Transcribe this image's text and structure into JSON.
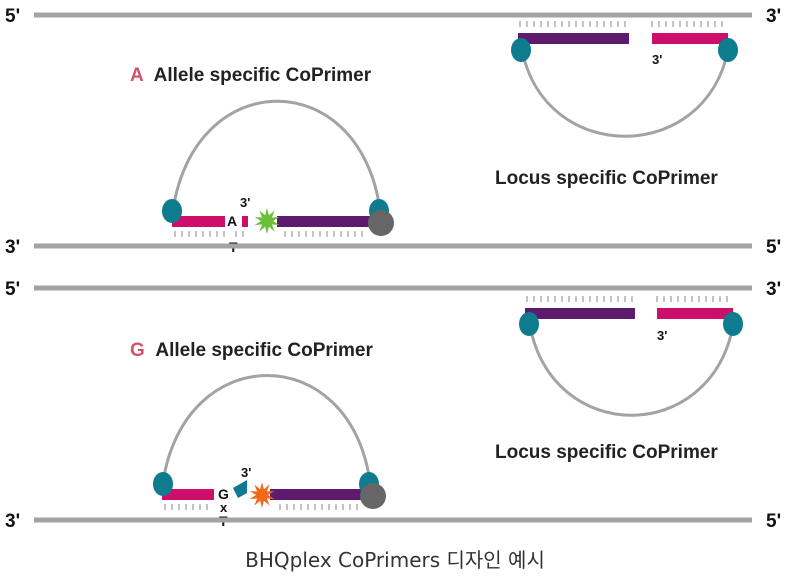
{
  "colors": {
    "strand": "#a3a3a3",
    "magenta": "#cc0f6b",
    "purple": "#5e1b6e",
    "teal": "#0e7b8f",
    "quencher": "#666666",
    "fluor_on": "#6bbf38",
    "fluor_off": "#f06a1a",
    "allele_letter": "#d0546c",
    "mismatch": "#e0731f"
  },
  "end_labels": {
    "five_prime": "5'",
    "three_prime": "3'"
  },
  "panels": [
    {
      "id": "A",
      "allele_letter": "A",
      "allele_title": "Allele specific CoPrimer",
      "locus_title": "Locus specific CoPrimer",
      "primer_three_prime": "3'",
      "locus_three_prime": "3'",
      "primer_base": "A",
      "template_base": "T",
      "fluorophore_state": "quenched-off",
      "icon": "green-star-icon"
    },
    {
      "id": "G",
      "allele_letter": "G",
      "allele_title": "Allele specific CoPrimer",
      "locus_title": "Locus specific CoPrimer",
      "primer_three_prime": "3'",
      "locus_three_prime": "3'",
      "primer_base": "G",
      "mismatch_mark": "x",
      "template_base": "T",
      "fluorophore_state": "released",
      "icon": "orange-star-icon"
    }
  ],
  "caption": "BHQplex CoPrimers 디자인 예시"
}
